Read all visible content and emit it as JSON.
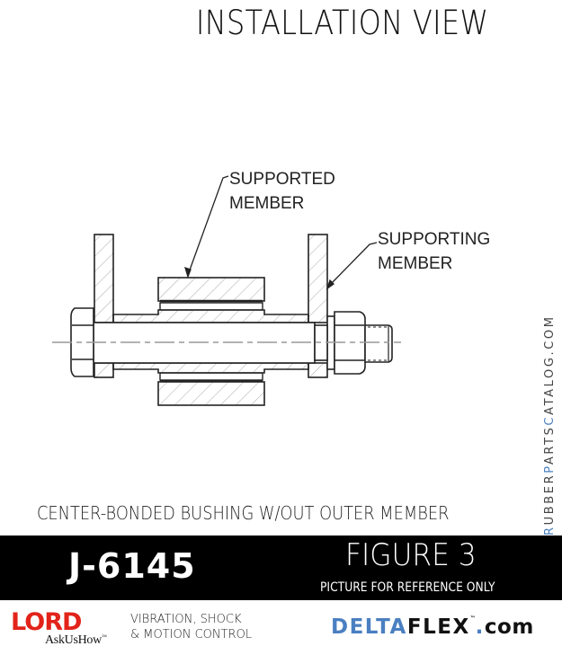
{
  "header": {
    "title": "INSTALLATION VIEW"
  },
  "drawing": {
    "callouts": [
      {
        "line1": "SUPPORTED",
        "line2": "MEMBER"
      },
      {
        "line1": "SUPPORTING",
        "line2": "MEMBER"
      }
    ],
    "line_color": "#222222",
    "hatch_color": "#9a9a9a",
    "centerline_color": "#999999"
  },
  "caption": "CENTER-BONDED BUSHING W/OUT OUTER MEMBER",
  "side_url": {
    "parts": [
      {
        "text": "R",
        "highlight": true
      },
      {
        "text": "UBBER",
        "highlight": false
      },
      {
        "text": "P",
        "highlight": true
      },
      {
        "text": "ARTS",
        "highlight": false
      },
      {
        "text": "C",
        "highlight": true
      },
      {
        "text": "ATALOG.COM",
        "highlight": false
      }
    ]
  },
  "band": {
    "part_number": "J-6145",
    "figure": "FIGURE 3",
    "note": "PICTURE FOR REFERENCE ONLY"
  },
  "footer": {
    "lord_logo": "LORD",
    "lord_slogan": "AskUsHow",
    "lord_tm": "™",
    "tagline_line1": "VIBRATION, SHOCK",
    "tagline_line2": "& MOTION CONTROL",
    "deltaflex_delta": "DELTA",
    "deltaflex_flex": "FLEX",
    "deltaflex_tm": "™",
    "deltaflex_dot": ".",
    "deltaflex_com": "com"
  },
  "colors": {
    "lord_red": "#e2231a",
    "delta_blue": "#4a7fc1",
    "band_black": "#000000"
  }
}
